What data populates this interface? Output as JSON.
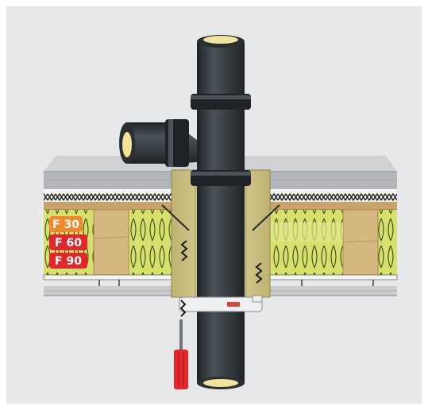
{
  "diagram": {
    "fire_ratings": [
      {
        "label": "F 30",
        "color": "#f0892b"
      },
      {
        "label": "F 60",
        "color": "#e3262b"
      },
      {
        "label": "F 90",
        "color": "#e3262b"
      }
    ],
    "colors": {
      "frame_background": "#e7e8e9",
      "pipe": "#2a2f33",
      "pipe_highlight": "#4b5358",
      "pipe_opening": "#f3e39a",
      "insulation_wool": "#d6e06a",
      "timber_joist": "#d6b77f",
      "fire_collar": "#d8cc8d",
      "floor_slab": "#c9cbcd",
      "screwdriver_handle": "#e3262b"
    },
    "icons": [
      "pipe-tee-icon",
      "fire-collar-icon",
      "screwdriver-icon",
      "mineral-wool-icon",
      "timber-joist-icon"
    ]
  }
}
